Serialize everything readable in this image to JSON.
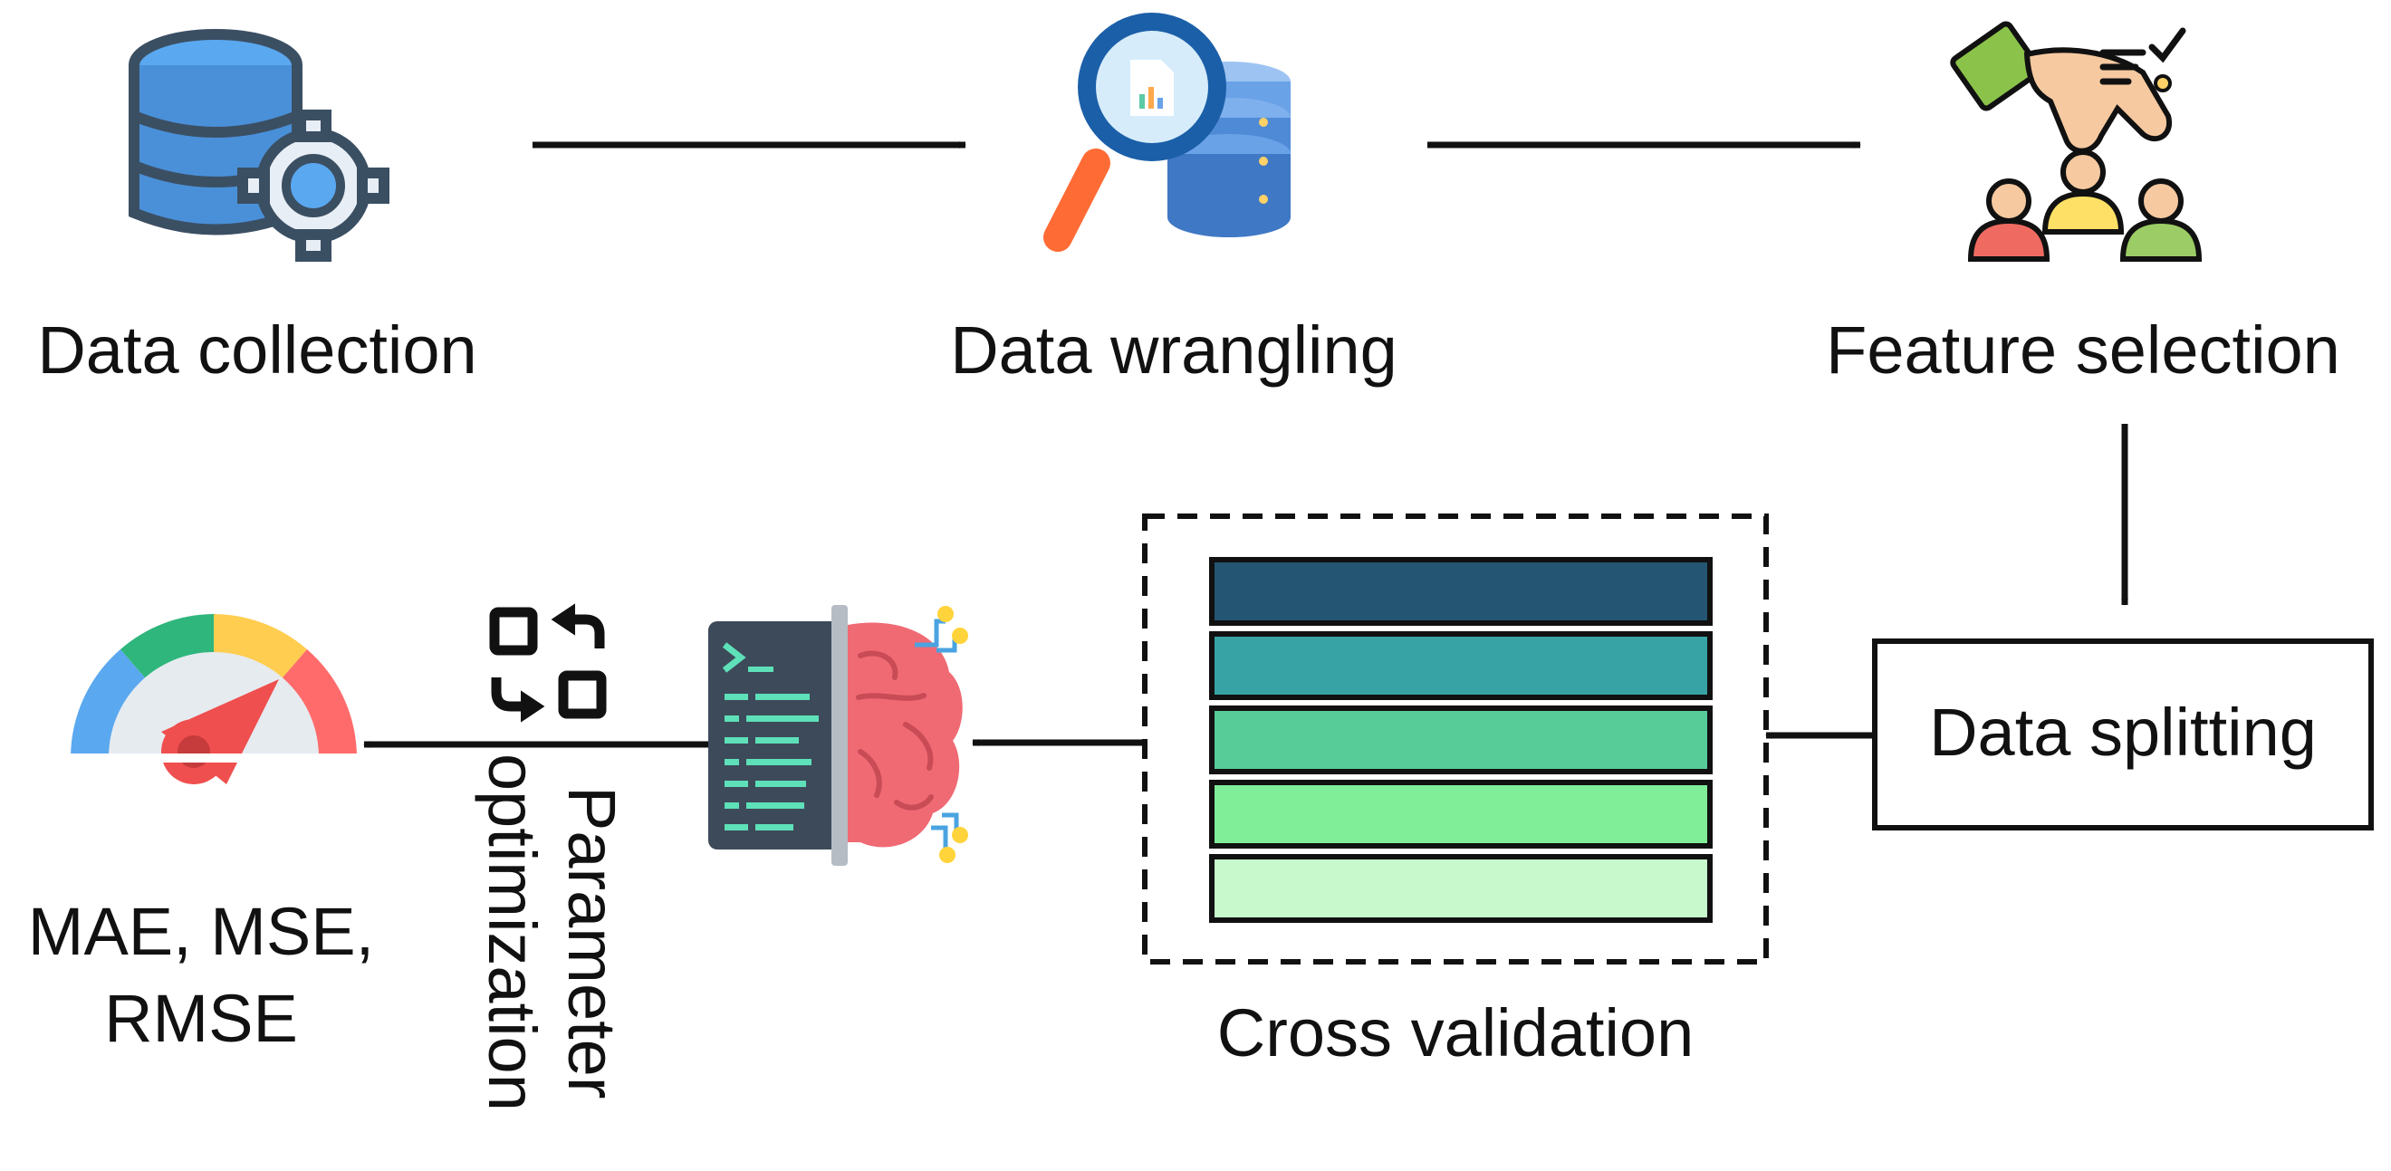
{
  "steps": {
    "data_collection": "Data collection",
    "data_wrangling": "Data wrangling",
    "feature_selection": "Feature selection",
    "data_splitting": "Data splitting",
    "cross_validation": "Cross validation",
    "parameter_optimization_line1": "Parameter",
    "parameter_optimization_line2": "optimization",
    "metrics_line1": "MAE, MSE,",
    "metrics_line2": "RMSE"
  },
  "icons": {
    "data_collection": "database-gear-icon",
    "data_wrangling": "magnifier-database-icon",
    "feature_selection": "hand-picking-person-icon",
    "model": "code-brain-icon",
    "parameter_optimization": "swap-squares-icon",
    "metrics": "gauge-icon"
  },
  "fold_colors": [
    "#245674",
    "#38a3a5",
    "#57cc99",
    "#80ed99",
    "#c7f9cc"
  ]
}
